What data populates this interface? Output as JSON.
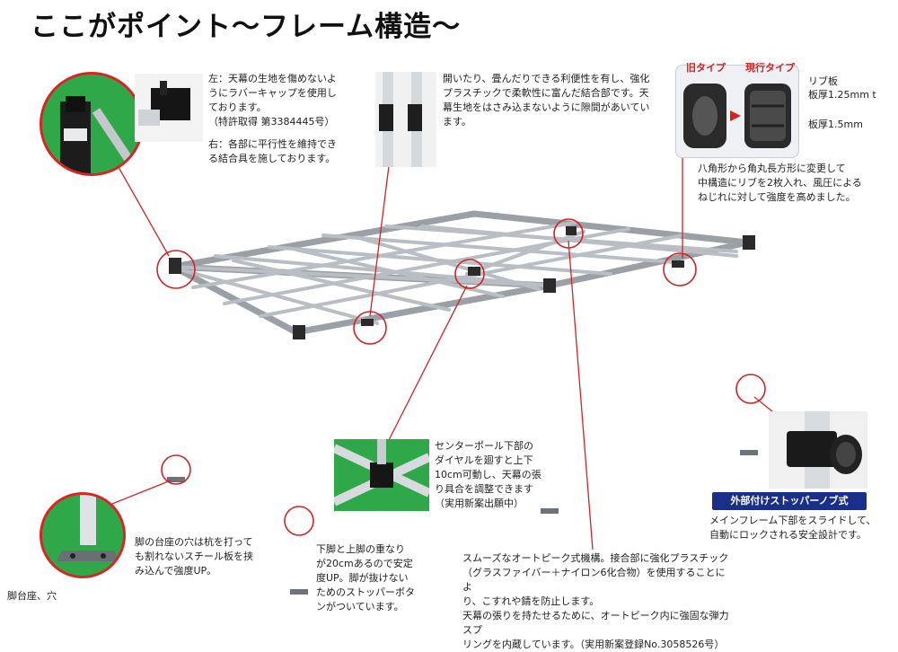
{
  "page_title": "ここがポイント〜フレーム構造〜",
  "captions": {
    "cap_left_cap": "左：天幕の生地を傷めないよ\nうにラバーキャップを使用し\nております。\n（特許取得 第3384445号）",
    "cap_right_joint": "右：各部に平行性を維持でき\nる結合具を施しております。",
    "cap_joint": "開いたり、畳んだりできる利便性を有し、強化\nプラスチックで柔軟性に富んだ結合部です。天\n幕生地をはさみ込まないように隙間があいてい\nます。",
    "cap_rib": "八角形から角丸長方形に変更して\n中構造にリブを2枚入れ、風圧による\nねじれに対して強度を高めました。",
    "cap_center": "センターポール下部の\nダイヤルを廻すと上下\n10cm可動し、天幕の張\nり具合を調整できます\n（実用新案出願中）",
    "cap_stopper": "メインフレーム下部をスライドして、\n自動にロックされる安全設計です。",
    "cap_foot": "脚の台座の穴は杭を打って\nも割れないスチール板を挟\nみ込んで強度UP。",
    "cap_overlap": "下脚と上脚の重なり\nが20cmあるので安定\n度UP。脚が抜けない\nためのストッパーボタ\nンがついています。",
    "cap_autopeak": "スムーズなオートピーク式機構。接合部に強化プラスチック\n（グラスファイバー＋ナイロン6化合物）を使用することによ\nり、こすれや錆を防止します。\n天幕の張りを持たせるために、オートピーク内に強固な弾力スプ\nリングを内蔵しています。（実用新案登録No.3058526号）"
  },
  "labels": {
    "old_type": "旧タイプ",
    "new_type": "現行タイプ",
    "rib_plate": "リブ板",
    "thickness_125": "板厚1.25mm t",
    "thickness_15": "板厚1.5mm",
    "foot_base": "脚台座、穴",
    "stopper_badge": "外部付けストッパーノブ式"
  },
  "colors": {
    "highlight": "#d22222",
    "badge": "#1a2f8a",
    "green_bg": "#2fa84a",
    "frame": "#b9bec4"
  }
}
